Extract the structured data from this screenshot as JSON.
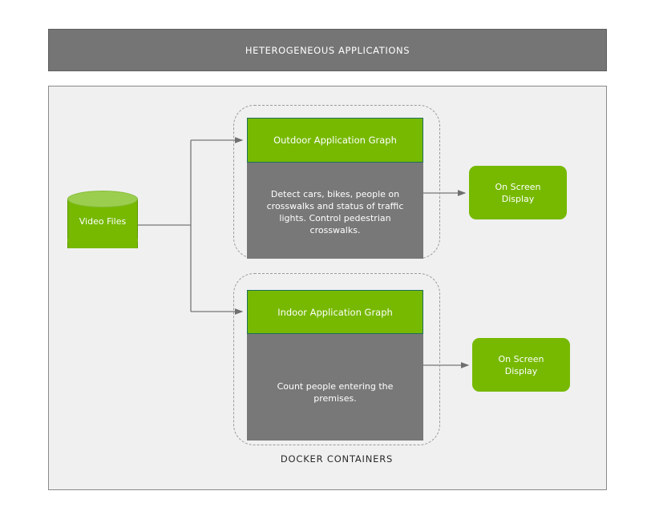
{
  "header": {
    "title": "HETEROGENEOUS APPLICATIONS"
  },
  "colors": {
    "brand_green": "#76b900",
    "cylinder_top_green": "#9bce4e",
    "panel_gray": "#787878",
    "header_gray": "#757575",
    "canvas_gray": "#f0f0f0",
    "dashed_border": "#9a9a9a",
    "connector": "#767676"
  },
  "source": {
    "label": "Video Files",
    "shape": "cylinder-database"
  },
  "containers": {
    "caption": "DOCKER CONTAINERS",
    "items": [
      {
        "id": "outdoor",
        "header": "Outdoor Application Graph",
        "body": "Detect cars, bikes, people on crosswalks and status of traffic lights. Control pedestrian crosswalks.",
        "output": {
          "label": "On Screen Display",
          "line1": "On Screen",
          "line2": "Display"
        }
      },
      {
        "id": "indoor",
        "header": "Indoor Application Graph",
        "body": "Count people entering the premises.",
        "output": {
          "label": "On Screen Display",
          "line1": "On Screen",
          "line2": "Display"
        }
      }
    ]
  },
  "connectors": [
    {
      "name": "video-to-outdoor",
      "from": "Video Files",
      "to": "Outdoor Application Graph",
      "style": "elbow-arrow"
    },
    {
      "name": "video-to-indoor",
      "from": "Video Files",
      "to": "Indoor Application Graph",
      "style": "elbow-arrow"
    },
    {
      "name": "outdoor-to-osd",
      "from": "Outdoor Application Graph",
      "to": "On Screen Display",
      "style": "straight-arrow"
    },
    {
      "name": "indoor-to-osd",
      "from": "Indoor Application Graph",
      "to": "On Screen Display",
      "style": "straight-arrow"
    }
  ]
}
